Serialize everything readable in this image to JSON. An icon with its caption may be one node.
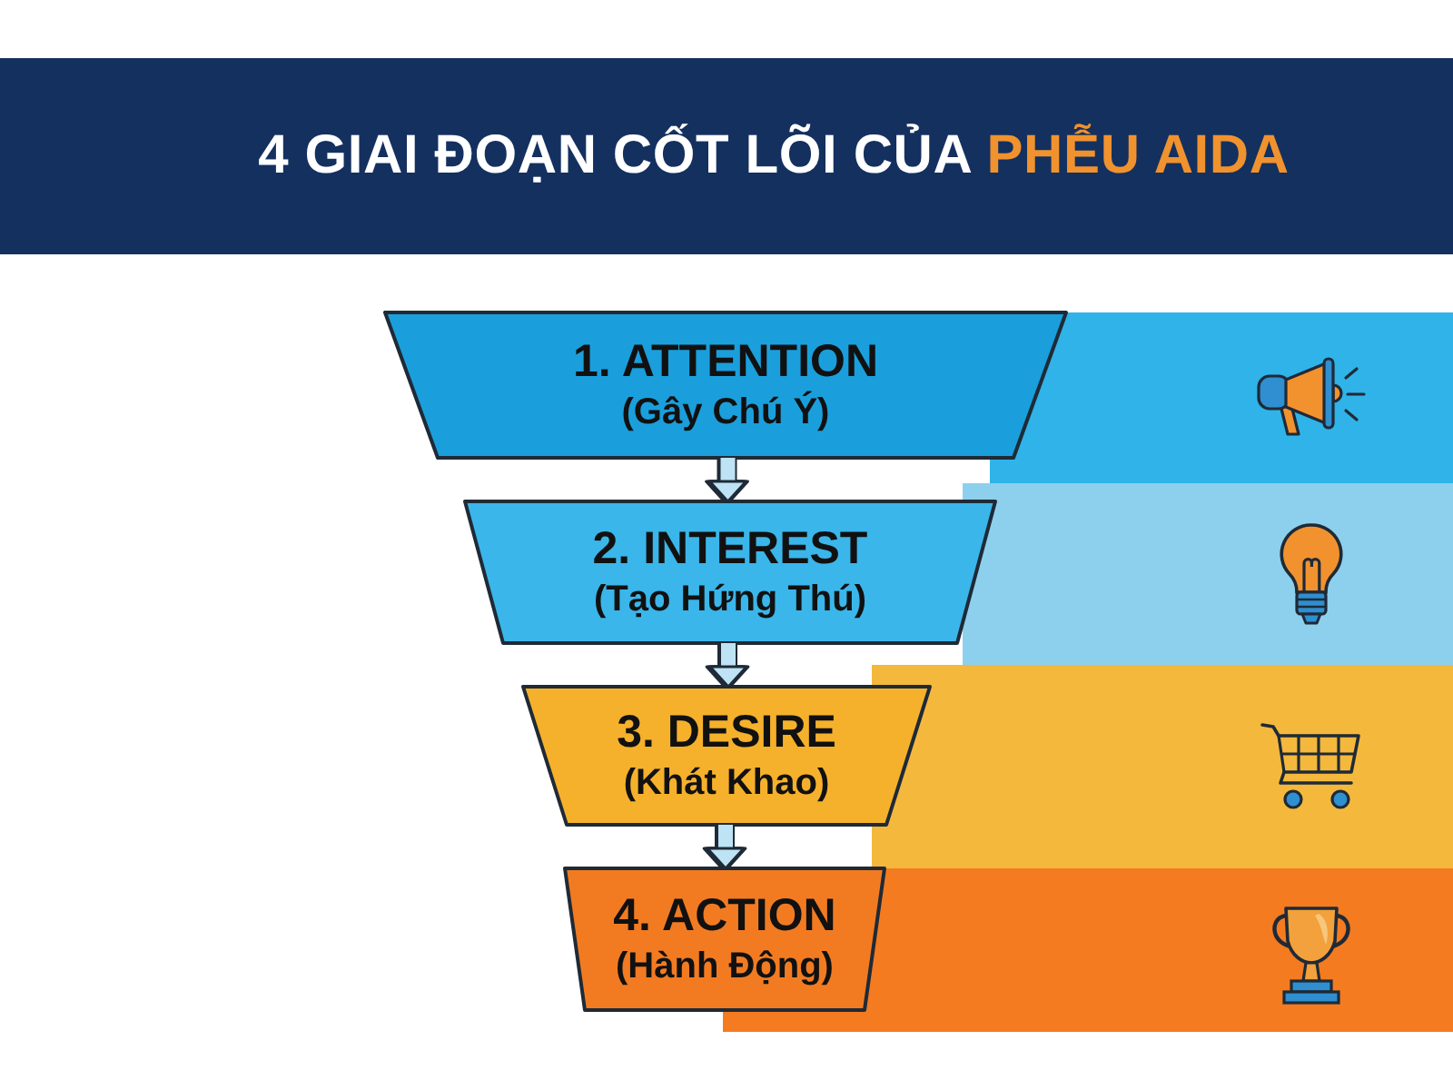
{
  "diagram": {
    "title": "4 GIAI ĐOẠN CỐT LÕI CỦA **PHỄU AIDA**",
    "nodes": [
      {
        "text": [
          "1. ATTENTION",
          "(Gây Chú Ý)"
        ]
      },
      {
        "text": [
          "2. INTEREST",
          "(Tạo Hứng Thú)"
        ]
      },
      {
        "text": [
          "3. DESIRE",
          "(Khát Khao)"
        ]
      },
      {
        "text": [
          "4. ACTION",
          "(Hành Động)"
        ]
      }
    ],
    "edges": [
      {
        "from": 0,
        "to": 1,
        "arrow": "to"
      },
      {
        "from": 1,
        "to": 2,
        "arrow": "to"
      },
      {
        "from": 2,
        "to": 3,
        "arrow": "to"
      }
    ]
  }
}
